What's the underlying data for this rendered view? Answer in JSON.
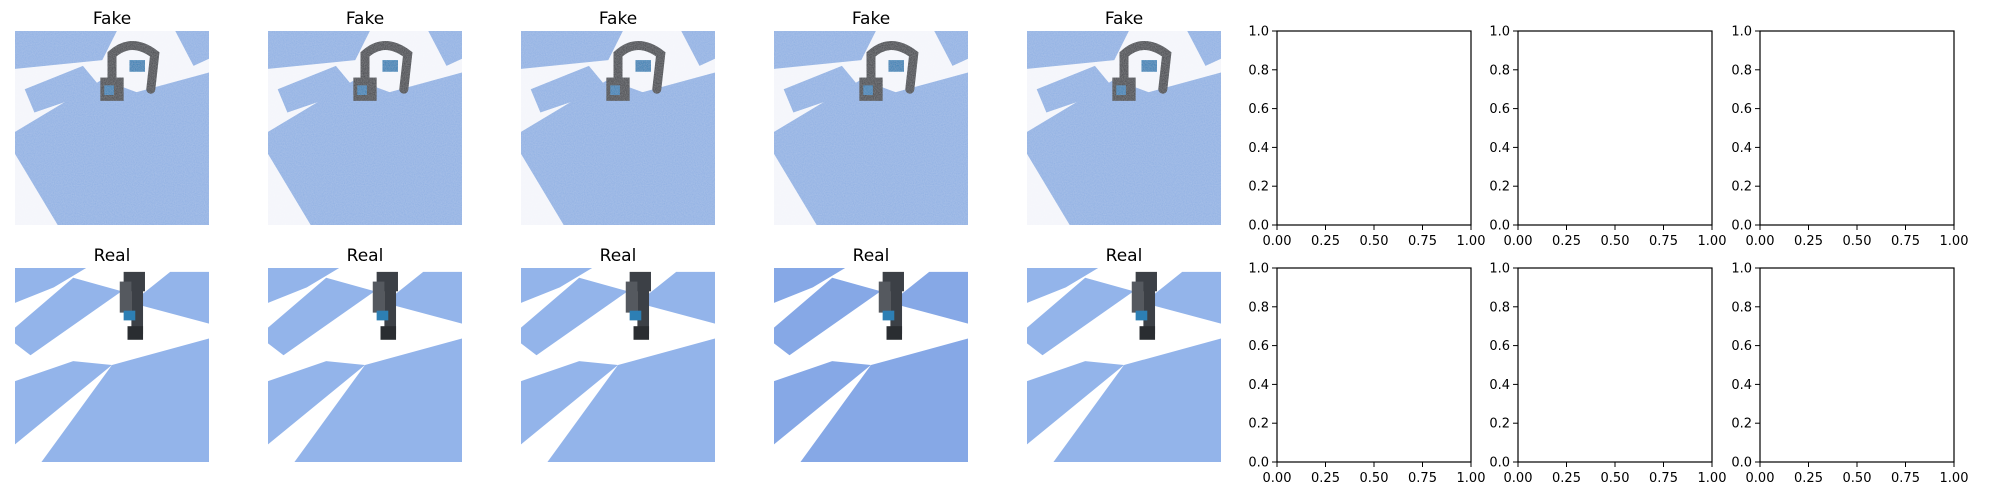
{
  "figure": {
    "image_titles": {
      "top_row": [
        "Fake",
        "Fake",
        "Fake",
        "Fake",
        "Fake"
      ],
      "bottom_row": [
        "Real",
        "Real",
        "Real",
        "Real",
        "Real"
      ]
    },
    "colors": {
      "tile_blue_fake": "#8fb0e3",
      "tile_white_fake": "#f4f6fb",
      "tile_blue_real": "#93b4ea",
      "tile_blue_real_dark": "#86a8e6",
      "tile_white_real": "#ffffff",
      "robot_dark": "#3c4046",
      "robot_accent": "#2d7fb4"
    }
  },
  "chart_data": [
    {
      "type": "empty",
      "row": 1,
      "col": 6,
      "xlim": [
        0.0,
        1.0
      ],
      "ylim": [
        0.0,
        1.0
      ],
      "xticks": [
        "0.00",
        "0.25",
        "0.50",
        "0.75",
        "1.00"
      ],
      "yticks": [
        "0.0",
        "0.2",
        "0.4",
        "0.6",
        "0.8",
        "1.0"
      ]
    },
    {
      "type": "empty",
      "row": 1,
      "col": 7,
      "xlim": [
        0.0,
        1.0
      ],
      "ylim": [
        0.0,
        1.0
      ],
      "xticks": [
        "0.00",
        "0.25",
        "0.50",
        "0.75",
        "1.00"
      ],
      "yticks": [
        "0.0",
        "0.2",
        "0.4",
        "0.6",
        "0.8",
        "1.0"
      ]
    },
    {
      "type": "empty",
      "row": 1,
      "col": 8,
      "xlim": [
        0.0,
        1.0
      ],
      "ylim": [
        0.0,
        1.0
      ],
      "xticks": [
        "0.00",
        "0.25",
        "0.50",
        "0.75",
        "1.00"
      ],
      "yticks": [
        "0.0",
        "0.2",
        "0.4",
        "0.6",
        "0.8",
        "1.0"
      ]
    },
    {
      "type": "empty",
      "row": 2,
      "col": 6,
      "xlim": [
        0.0,
        1.0
      ],
      "ylim": [
        0.0,
        1.0
      ],
      "xticks": [
        "0.00",
        "0.25",
        "0.50",
        "0.75",
        "1.00"
      ],
      "yticks": [
        "0.0",
        "0.2",
        "0.4",
        "0.6",
        "0.8",
        "1.0"
      ]
    },
    {
      "type": "empty",
      "row": 2,
      "col": 7,
      "xlim": [
        0.0,
        1.0
      ],
      "ylim": [
        0.0,
        1.0
      ],
      "xticks": [
        "0.00",
        "0.25",
        "0.50",
        "0.75",
        "1.00"
      ],
      "yticks": [
        "0.0",
        "0.2",
        "0.4",
        "0.6",
        "0.8",
        "1.0"
      ]
    },
    {
      "type": "empty",
      "row": 2,
      "col": 8,
      "xlim": [
        0.0,
        1.0
      ],
      "ylim": [
        0.0,
        1.0
      ],
      "xticks": [
        "0.00",
        "0.25",
        "0.50",
        "0.75",
        "1.00"
      ],
      "yticks": [
        "0.0",
        "0.2",
        "0.4",
        "0.6",
        "0.8",
        "1.0"
      ]
    }
  ]
}
